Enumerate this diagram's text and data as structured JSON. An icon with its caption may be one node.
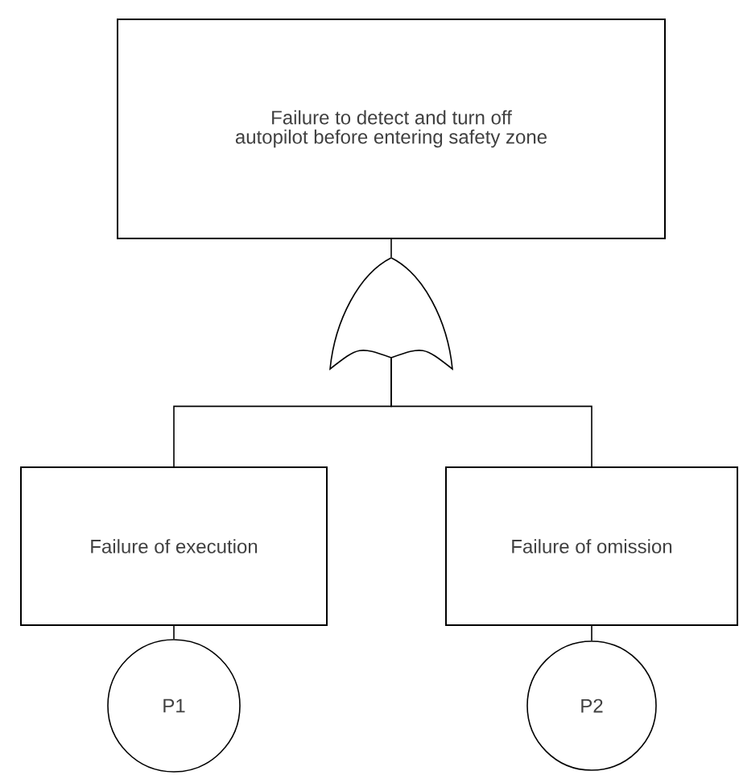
{
  "diagram": {
    "nodes": [
      {
        "text": [
          "Failure to detect and turn off autopilot before entering safety zone"
        ]
      },
      {
        "text": [],
        "shape": "gate"
      },
      {
        "text": [
          "Failure of execution"
        ]
      },
      {
        "text": [
          "Failure of omission"
        ]
      },
      {
        "text": [
          "P1"
        ]
      },
      {
        "text": [
          "P2"
        ]
      }
    ],
    "edges": [
      {
        "from": 1,
        "to": 0,
        "arrow": "none"
      },
      {
        "from": 1,
        "to": 2,
        "arrow": "none"
      },
      {
        "from": 1,
        "to": 3,
        "arrow": "none"
      },
      {
        "from": 2,
        "to": 4,
        "arrow": "none"
      },
      {
        "from": 3,
        "to": 5,
        "arrow": "none"
      }
    ]
  }
}
